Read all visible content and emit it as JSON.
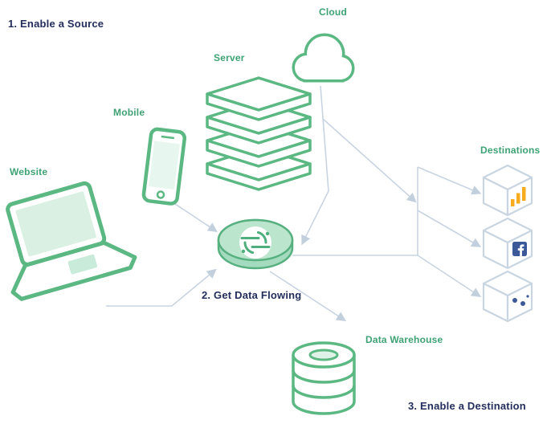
{
  "steps": {
    "step1": "1. Enable a Source",
    "step2": "2. Get Data Flowing",
    "step3": "3. Enable a Destination"
  },
  "labels": {
    "website": "Website",
    "mobile": "Mobile",
    "server": "Server",
    "cloud": "Cloud",
    "destinations": "Destinations",
    "data_warehouse": "Data Warehouse"
  },
  "icons": {
    "sources": [
      "website-laptop-icon",
      "mobile-phone-icon",
      "server-stack-icon",
      "cloud-icon"
    ],
    "hub": "segment-logo-disc-icon",
    "destinations": [
      "analytics-bars-cube-icon",
      "facebook-cube-icon",
      "dots-cube-icon"
    ],
    "warehouse": "database-cylinder-icon"
  },
  "colors": {
    "shape_green": "#5CB882",
    "shape_green_light": "#D9F0E3",
    "hub_green_fill": "#A4DBBE",
    "label_green": "#3FA274",
    "step_navy": "#232E5C",
    "connector_gray_blue": "#C9D4E2",
    "analytics_orange": "#F9AB1E",
    "facebook_blue": "#3B5998",
    "dots_blue": "#3D5A98",
    "background": "#FFFFFF"
  }
}
